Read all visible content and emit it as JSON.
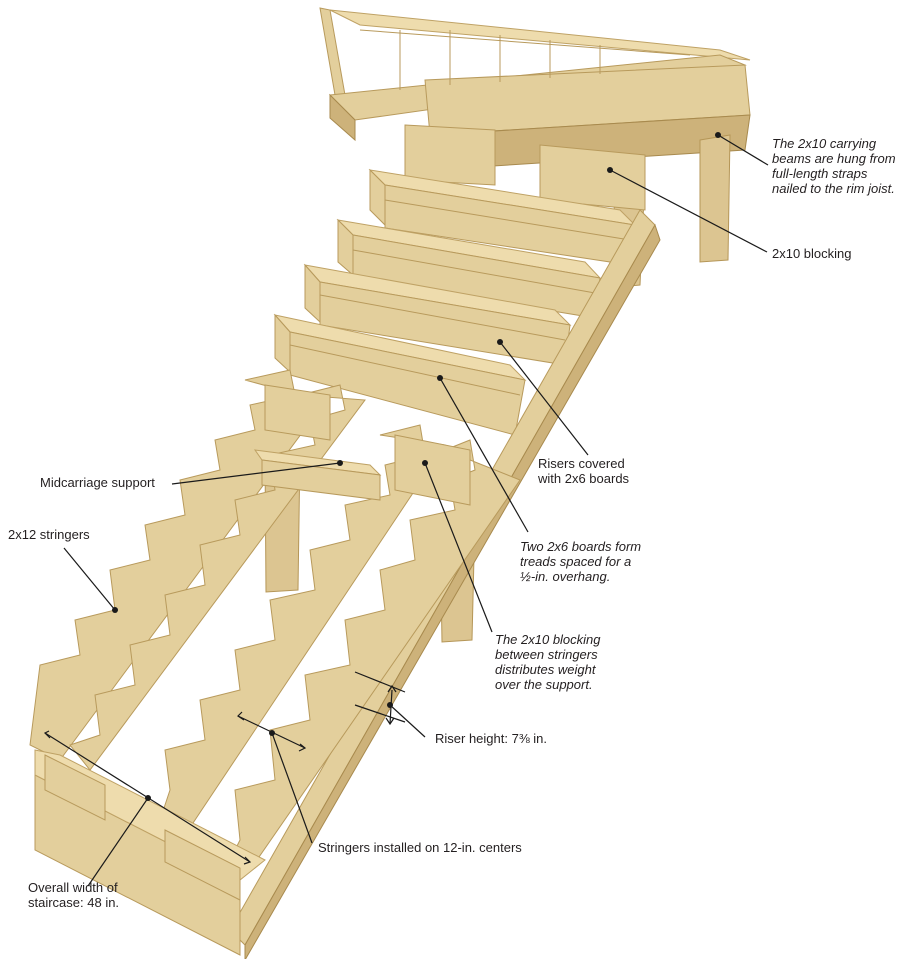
{
  "labels": {
    "carrying_beams": "The 2x10 carrying\nbeams are hung from\nfull-length straps\nnailed to the rim joist.",
    "blocking_top": "2x10 blocking",
    "risers": "Risers covered\nwith 2x6 boards",
    "midcarriage": "Midcarriage support",
    "stringers": "2x12 stringers",
    "treads": "Two 2x6 boards form\ntreads spaced for a\n½-in. overhang.",
    "blocking_between": "The 2x10 blocking\nbetween stringers\ndistributes weight\nover the support.",
    "riser_height": "Riser height: 7⅜ in.",
    "centers": "Stringers installed on 12-in. centers",
    "overall_width": "Overall width of\nstaircase: 48 in."
  },
  "colors": {
    "wood": "#e3cf9c",
    "wood_shadow": "#cdb27a",
    "wood_edge": "#b89a5c",
    "leader": "#1a1a1a",
    "text": "#231f20"
  }
}
